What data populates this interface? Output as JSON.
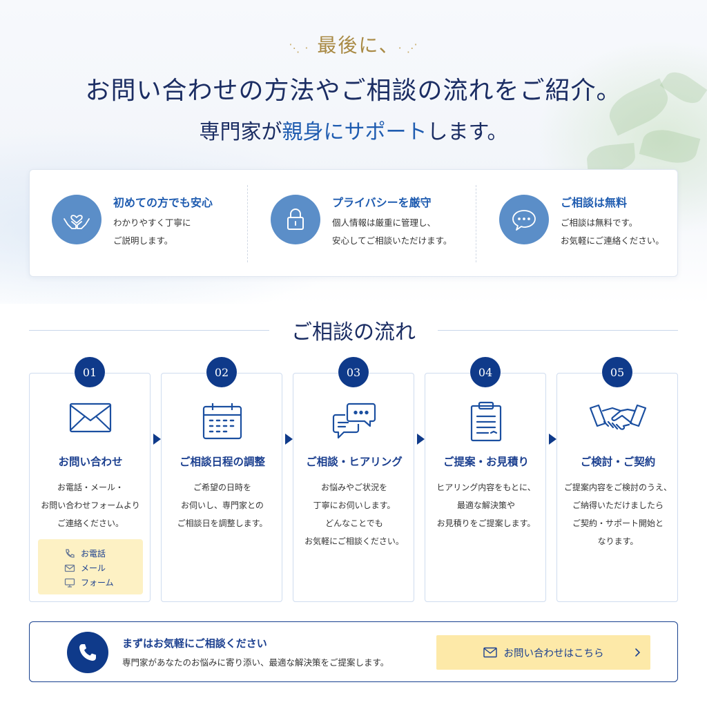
{
  "hero": {
    "lead": "最後に、",
    "title": "お問い合わせの方法やご相談の流れをご紹介。",
    "sub_pre": "専門家が",
    "sub_hl": "親身にサポート",
    "sub_post": "します。"
  },
  "features": [
    {
      "icon": "heart-hands-icon",
      "title": "初めての方でも安心",
      "lines": [
        "わかりやすく丁寧に",
        "ご説明します。"
      ]
    },
    {
      "icon": "lock-icon",
      "title": "プライバシーを厳守",
      "lines": [
        "個人情報は厳重に管理し、",
        "安心してご相談いただけます。"
      ]
    },
    {
      "icon": "chat-bubble-icon",
      "title": "ご相談は無料",
      "lines": [
        "ご相談は無料です。",
        "お気軽にご連絡ください。"
      ]
    }
  ],
  "flow": {
    "title": "ご相談の流れ",
    "steps": [
      {
        "num": "01",
        "icon": "envelope-icon",
        "title": "お問い合わせ",
        "lines": [
          "お電話・メール・",
          "お問い合わせフォームより",
          "ご連絡ください。"
        ]
      },
      {
        "num": "02",
        "icon": "calendar-icon",
        "title": "ご相談日程の調整",
        "lines": [
          "ご希望の日時を",
          "お伺いし、専門家との",
          "ご相談日を調整します。"
        ]
      },
      {
        "num": "03",
        "icon": "chat-bubbles-icon",
        "title": "ご相談・ヒアリング",
        "lines": [
          "お悩みやご状況を",
          "丁寧にお伺いします。",
          "どんなことでも",
          "お気軽にご相談ください。"
        ]
      },
      {
        "num": "04",
        "icon": "clipboard-icon",
        "title": "ご提案・お見積り",
        "lines": [
          "ヒアリング内容をもとに、",
          "最適な解決策や",
          "お見積りをご提案します。"
        ]
      },
      {
        "num": "05",
        "icon": "handshake-icon",
        "title": "ご検討・ご契約",
        "lines": [
          "ご提案内容をご検討のうえ、",
          "ご納得いただけましたら",
          "ご契約・サポート開始と",
          "なります。"
        ]
      }
    ],
    "contact_methods": [
      "お電話",
      "メール",
      "フォーム"
    ]
  },
  "cta": {
    "title": "まずはお気軽にご相談ください",
    "desc": "専門家があなたのお悩みに寄り添い、最適な解決策をご提案します。",
    "button": "お問い合わせはこちら"
  },
  "colors": {
    "navy": "#0f3a8a",
    "blue": "#1f5cb0",
    "gold": "#a98a45",
    "icon_bg": "#5b8ec8",
    "cream": "#fdf1c4"
  }
}
